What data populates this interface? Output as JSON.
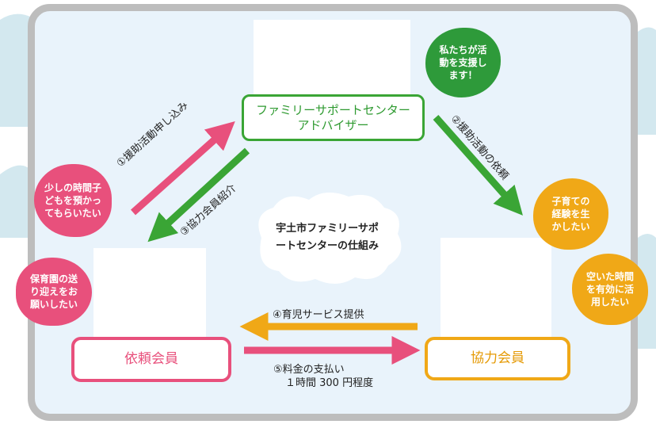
{
  "colors": {
    "green": "#3aa535",
    "pink": "#e8507c",
    "orange": "#f0a817",
    "frame": "#bdbdbd",
    "panel": "#e9f3fb"
  },
  "center_title": "宇土市ファミリーサポートセンターの仕組み",
  "nodes": {
    "fsc_line1": "ファミリーサポートセンター",
    "fsc_line2": "アドバイザー",
    "requester": "依頼会員",
    "helper": "協力会員"
  },
  "arrows": {
    "a1": "①援助活動申し込み",
    "a2": "②援助活動の依頼",
    "a3": "③協力会員紹介",
    "a4": "④育児サービス提供",
    "a5": "⑤料金の支払い",
    "a5_sub": "１時間 300 円程度"
  },
  "bubbles": {
    "support": "私たちが活動を支援します！",
    "child_care_short": "少しの時間子どもを預かってもらいたい",
    "nursery_pickup": "保育園の送り迎えをお願いしたい",
    "experience": "子育ての経験を生かしたい",
    "free_time": "空いた時間を有効に活用したい"
  }
}
